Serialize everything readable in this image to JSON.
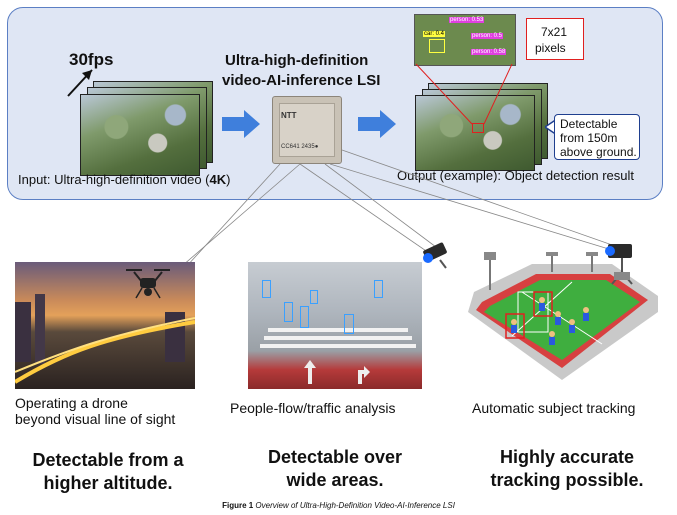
{
  "top": {
    "fps": "30fps",
    "title_line1": "Ultra-high-definition",
    "title_line2": "video-AI-inference LSI",
    "chip_brand": "NTT",
    "chip_code": "CC641 2435●",
    "input_label_prefix": "Input: Ultra-high-definition video (",
    "input_label_bold": "4K",
    "input_label_suffix": ")",
    "output_label": "Output (example): Object detection result",
    "pixels_box_line1": "7x21",
    "pixels_box_line2": "pixels",
    "detect_box_line1": "Detectable",
    "detect_box_line2": "from 150m",
    "detect_box_line3": "above ground.",
    "det_labels": [
      "person: 0.53",
      "car: 0.4",
      "person: 0.5",
      "person: 0.58"
    ]
  },
  "bottom": {
    "drone_caption_line1": "Operating a drone",
    "drone_caption_line2": "beyond visual line of sight",
    "traffic_caption": "People-flow/traffic analysis",
    "tracking_caption": "Automatic subject tracking",
    "drone_benefit_line1": "Detectable from a",
    "drone_benefit_line2": "higher altitude.",
    "traffic_benefit_line1": "Detectable over",
    "traffic_benefit_line2": "wide areas.",
    "tracking_benefit_line1": "Highly accurate",
    "tracking_benefit_line2": "tracking possible."
  },
  "figure_caption_prefix": "Figure 1 ",
  "figure_caption_text": "Overview of Ultra-High-Definition Video-AI-Inference LSI",
  "colors": {
    "panel_bg": "#dfe6f4",
    "panel_border": "#5b7fc4",
    "arrow_blue": "#3f7fdc",
    "pixel_box_red": "#e02020",
    "detect_box_border": "#1f3f8f"
  }
}
